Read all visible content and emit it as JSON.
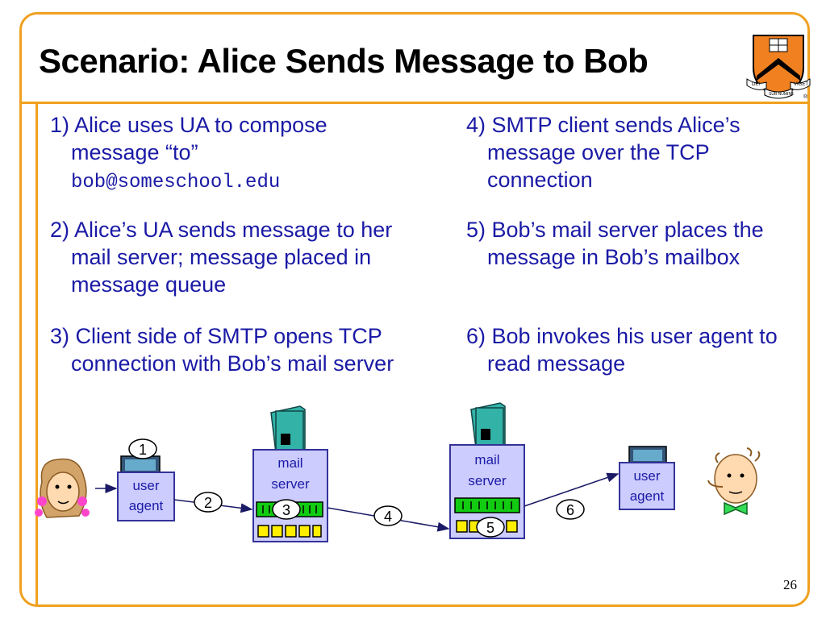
{
  "slide": {
    "title": "Scenario: Alice Sends Message to Bob",
    "page_number": "26",
    "left_steps": [
      {
        "num": "1)",
        "text": "Alice uses UA to compose message “to”",
        "email": "bob@someschool.edu"
      },
      {
        "num": "2)",
        "text": "Alice’s UA sends message to her mail server; message placed in message queue"
      },
      {
        "num": "3)",
        "text": "Client side of SMTP opens TCP connection with Bob’s mail server"
      }
    ],
    "right_steps": [
      {
        "num": "4)",
        "text": "SMTP client sends Alice’s message over the TCP connection"
      },
      {
        "num": "5)",
        "text": "Bob’s mail server places the message in Bob’s mailbox"
      },
      {
        "num": "6)",
        "text": "Bob invokes his user agent to read message"
      }
    ],
    "logo": {
      "top_text": "DEI",
      "mid_text": "SUB NUMINE",
      "right_text": "VIGET",
      "reg": "®"
    }
  },
  "diagram": {
    "alice_ua": {
      "line1": "user",
      "line2": "agent"
    },
    "alice_server": {
      "line1": "mail",
      "line2": "server"
    },
    "bob_server": {
      "line1": "mail",
      "line2": "server"
    },
    "bob_ua": {
      "line1": "user",
      "line2": "agent"
    },
    "step_markers": [
      "1",
      "2",
      "3",
      "4",
      "5",
      "6"
    ]
  },
  "colors": {
    "frame": "#f0a020",
    "text_blue": "#1a1aa6",
    "box_fill": "#ccccff",
    "box_border": "#333399",
    "server_teal": "#33b3a8",
    "queue_green": "#11cc11",
    "mailbox_yellow": "#ffee00",
    "shield_orange": "#f08020"
  }
}
